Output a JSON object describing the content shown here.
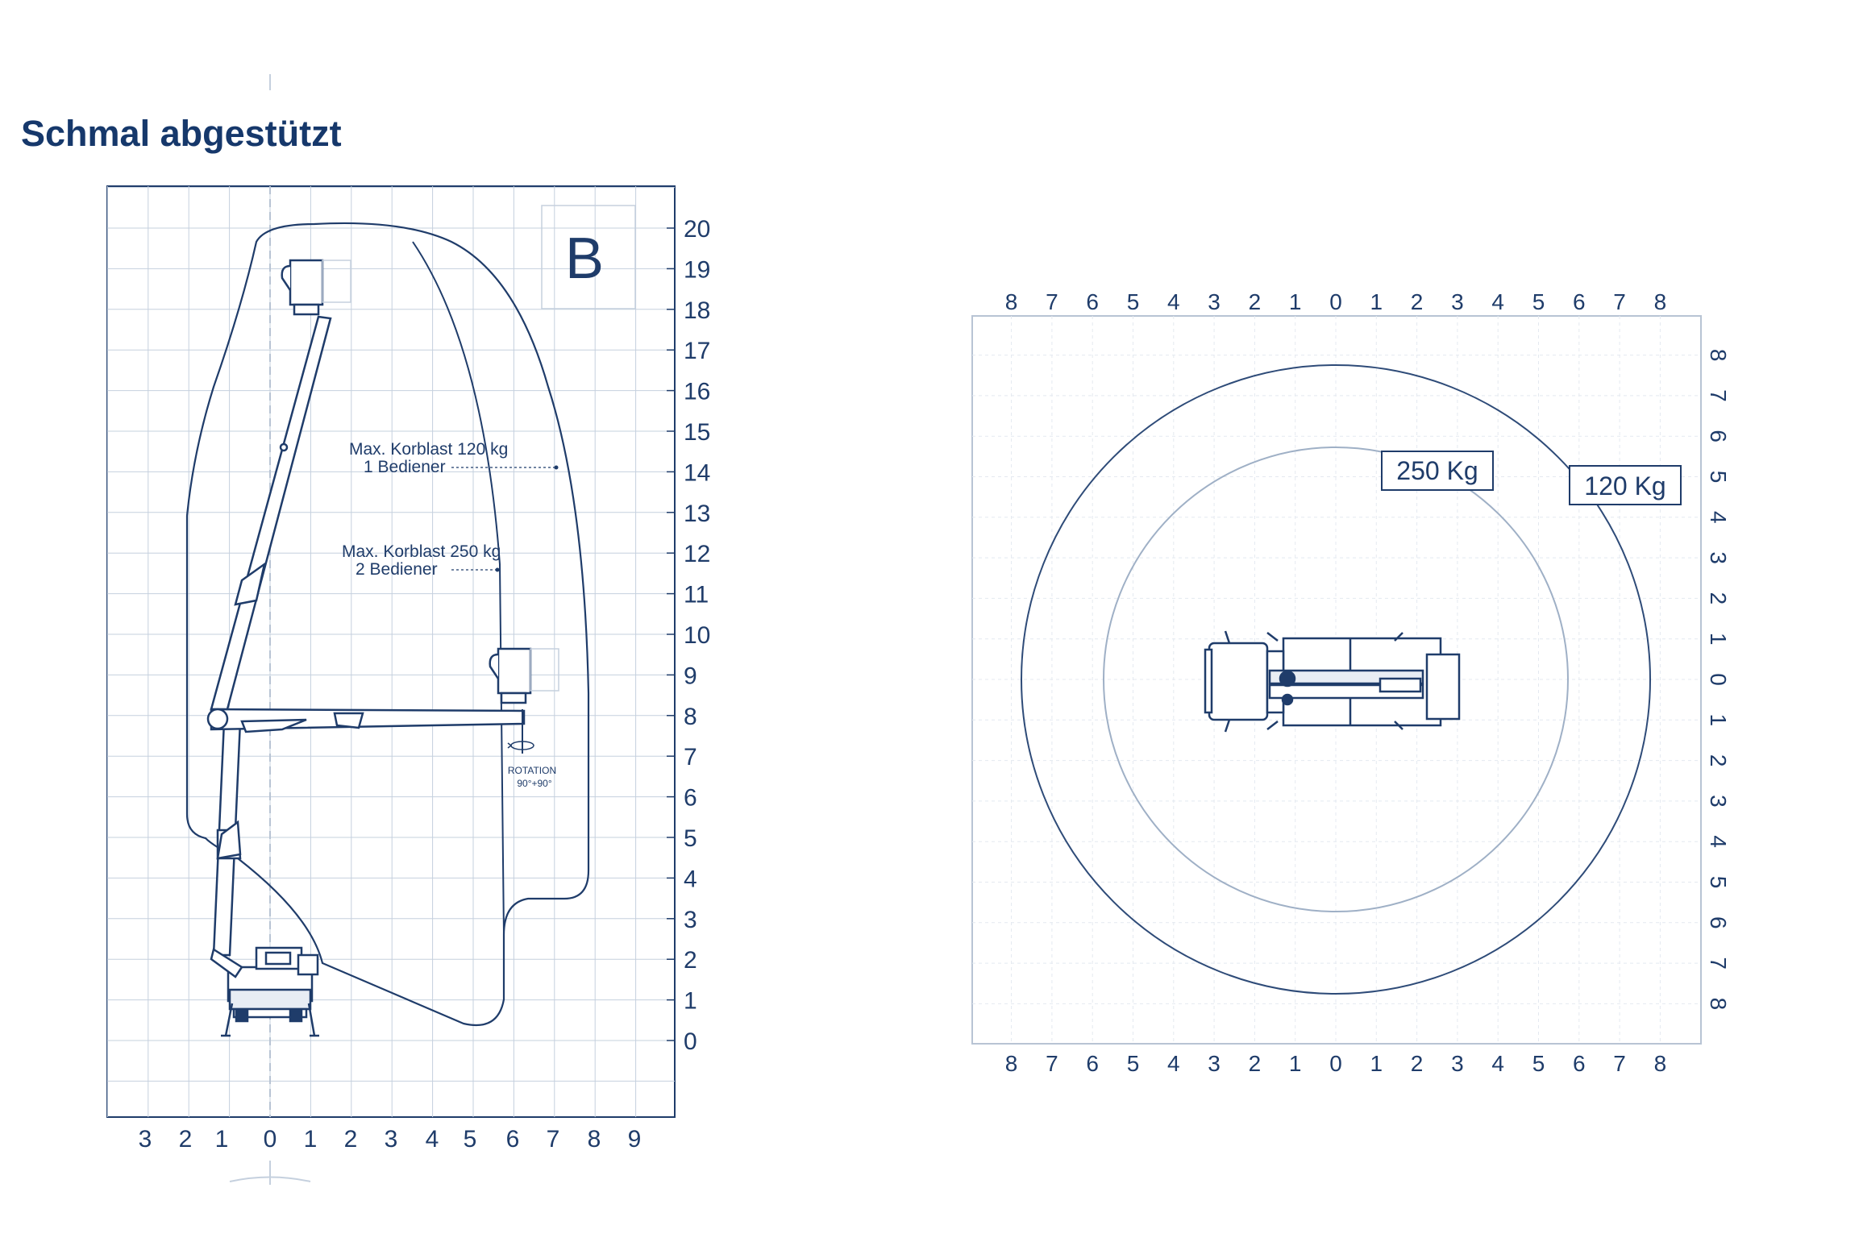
{
  "title": "Schmal abgestützt",
  "colors": {
    "title": "#16386b",
    "line": "#1f3c6a",
    "grid": "#c5d0de",
    "grid_faint": "#e4e9f0",
    "text": "#1f3c6a"
  },
  "side_view": {
    "badge": "B",
    "x_ticks": [
      "3",
      "2",
      "1",
      "0",
      "1",
      "2",
      "3",
      "4",
      "5",
      "6",
      "7",
      "8",
      "9"
    ],
    "y_ticks": [
      "0",
      "1",
      "2",
      "3",
      "4",
      "5",
      "6",
      "7",
      "8",
      "9",
      "10",
      "11",
      "12",
      "13",
      "14",
      "15",
      "16",
      "17",
      "18",
      "19",
      "20"
    ],
    "load_120": {
      "line1": "Max. Korblast 120 kg",
      "line2": "1 Bediener"
    },
    "load_250": {
      "line1": "Max. Korblast 250 kg",
      "line2": "2 Bediener"
    },
    "rotation": {
      "label": "ROTATION",
      "value": "90°+90°"
    },
    "icons": [
      "truck-icon",
      "aerial-platform-boom-icon",
      "basket-icon",
      "rotation-icon"
    ]
  },
  "top_view": {
    "x_ticks": [
      "8",
      "7",
      "6",
      "5",
      "4",
      "3",
      "2",
      "1",
      "0",
      "1",
      "2",
      "3",
      "4",
      "5",
      "6",
      "7",
      "8"
    ],
    "y_ticks": [
      "8",
      "7",
      "6",
      "5",
      "4",
      "3",
      "2",
      "1",
      "0",
      "1",
      "2",
      "3",
      "4",
      "5",
      "6",
      "7",
      "8"
    ],
    "inner_label": "250 Kg",
    "outer_label": "120 Kg",
    "icons": [
      "truck-top-view-icon"
    ]
  }
}
